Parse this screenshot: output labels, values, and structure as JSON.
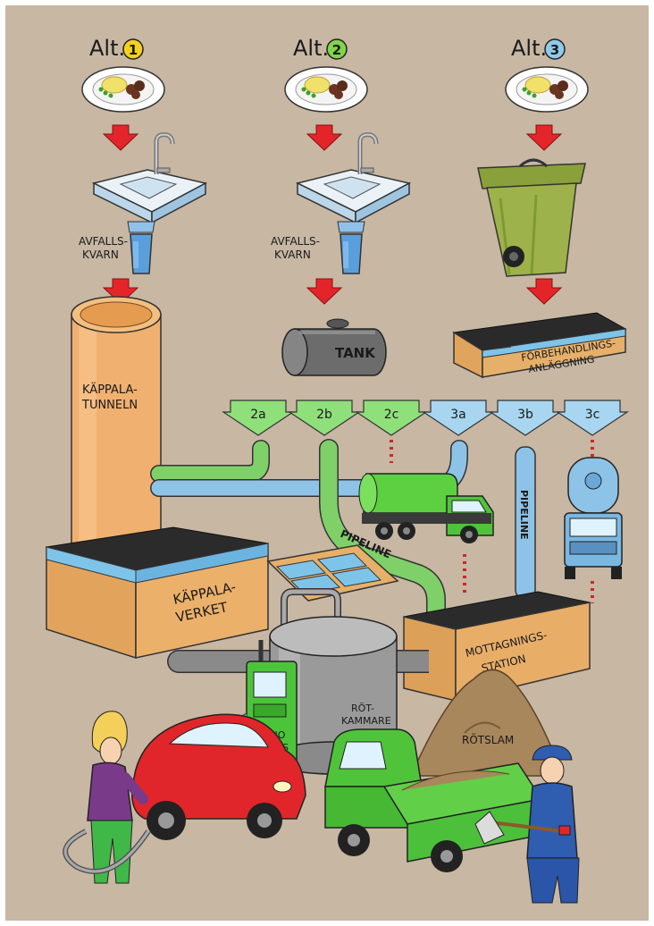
{
  "alternatives": [
    {
      "prefix": "Alt.",
      "number": "1",
      "color": "#f5d11c"
    },
    {
      "prefix": "Alt.",
      "number": "2",
      "color": "#7fd64a"
    },
    {
      "prefix": "Alt.",
      "number": "3",
      "color": "#8ecbea"
    }
  ],
  "labels": {
    "grinder_1_line1": "AVFALLS-",
    "grinder_1_line2": "KVARN",
    "grinder_2_line1": "AVFALLS-",
    "grinder_2_line2": "KVARN",
    "tank": "TANK",
    "pretreatment_line1": "FÖRBEHANDLINGS-",
    "pretreatment_line2": "ANLÄGGNING",
    "tunnel_line1": "KÄPPALA-",
    "tunnel_line2": "TUNNELN",
    "plant_line1": "KÄPPALA-",
    "plant_line2": "VERKET",
    "pipeline_green": "PIPELINE",
    "pipeline_blue": "PIPELINE",
    "reception_line1": "MOTTAGNINGS-",
    "reception_line2": "STATION",
    "digester_line1": "RÖT-",
    "digester_line2": "KAMMARE",
    "biogas_line1": "BIO",
    "biogas_line2": "GAS",
    "sludge": "RÖTSLAM"
  },
  "routes": [
    "2a",
    "2b",
    "2c",
    "3a",
    "3b",
    "3c"
  ],
  "colors": {
    "background": "#c7b7a3",
    "arrow_red": "#e3252a",
    "route_green": "#8fe07a",
    "route_blue": "#a8d6f0",
    "pipe_green": "#7fd068",
    "pipe_blue": "#8ec3e8",
    "tunnel_orange": "#f0b070",
    "truck_green": "#4fc43a",
    "car_red": "#e0262a"
  }
}
